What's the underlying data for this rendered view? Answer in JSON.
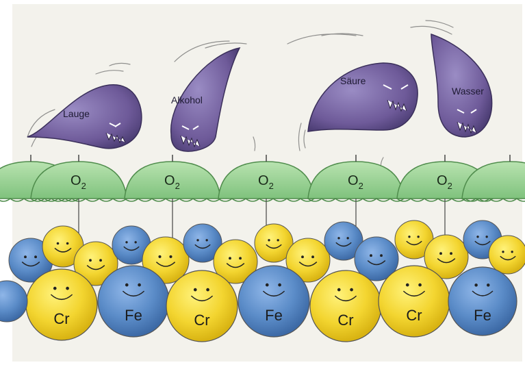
{
  "threats": [
    {
      "id": "lauge",
      "label": "Lauge"
    },
    {
      "id": "alkohol",
      "label": "Alkohol"
    },
    {
      "id": "saeure",
      "label": "Säure"
    },
    {
      "id": "wasser",
      "label": "Wasser"
    }
  ],
  "umbrella_label": {
    "main": "O",
    "sub": "2"
  },
  "atoms_front": [
    {
      "label": "Cr",
      "color": "#f3d530"
    },
    {
      "label": "Fe",
      "color": "#5b8cc8"
    },
    {
      "label": "Cr",
      "color": "#f3d530"
    },
    {
      "label": "Fe",
      "color": "#5b8cc8"
    },
    {
      "label": "Cr",
      "color": "#f3d530"
    },
    {
      "label": "Cr",
      "color": "#f3d530"
    },
    {
      "label": "Fe",
      "color": "#5b8cc8"
    }
  ],
  "colors": {
    "paper": "#f3f2ec",
    "drop": "#6e5a99",
    "drop_dark": "#4a3c72",
    "umbrella": "#9ed29a",
    "umbrella_edge": "#4f8c4c",
    "chromium": "#f3d530",
    "iron": "#5b8cc8"
  }
}
